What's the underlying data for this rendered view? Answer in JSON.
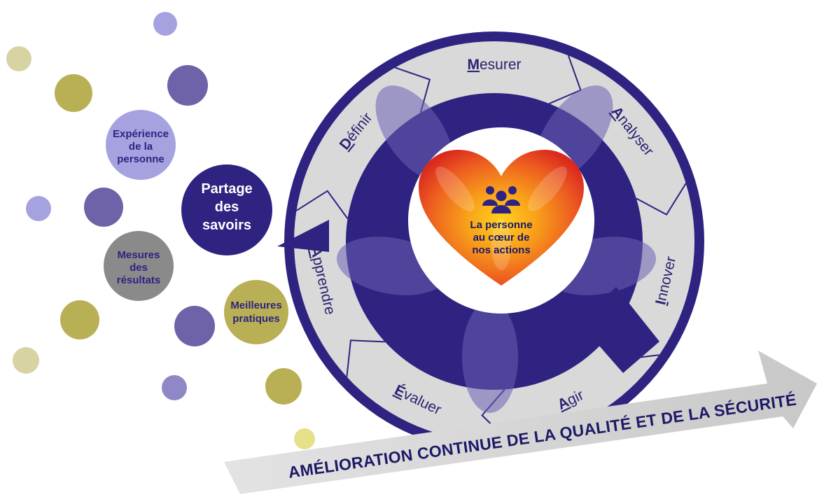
{
  "colors": {
    "navy": "#2e2381",
    "ring_grey": "#d9d9d9",
    "ring_border": "#232062",
    "purple_light": "#a6a2e0",
    "purple_mid": "#6e63a8",
    "grey_mid": "#8a8a8a",
    "olive": "#b9af54",
    "olive_light": "#d8d3a3",
    "heart_center": "#f9b51a",
    "heart_edge": "#d9281e",
    "banner": "#d3d3d3",
    "text_navy": "#1c1966"
  },
  "cycle": {
    "stages": [
      {
        "initial": "M",
        "rest": "esurer"
      },
      {
        "initial": "A",
        "rest": "nalyser"
      },
      {
        "initial": "I",
        "rest": "nnover"
      },
      {
        "initial": "A",
        "rest": "gir"
      },
      {
        "initial": "É",
        "rest": "valuer"
      },
      {
        "initial": "A",
        "rest": "pprendre"
      },
      {
        "initial": "D",
        "rest": "éfinir"
      }
    ]
  },
  "center": {
    "icon": "people-group-icon",
    "lines": [
      "La personne",
      "au cœur de",
      "nos actions"
    ]
  },
  "knowledge": {
    "main": [
      "Partage",
      "des",
      "savoirs"
    ],
    "bubbles": {
      "experience": [
        "Expérience",
        "de la",
        "personne"
      ],
      "mesures": [
        "Mesures",
        "des",
        "résultats"
      ],
      "pratiques": [
        "Meilleures",
        "pratiques"
      ]
    }
  },
  "banner": {
    "text": "AMÉLIORATION CONTINUE DE LA QUALITÉ ET DE LA SÉCURITÉ"
  }
}
